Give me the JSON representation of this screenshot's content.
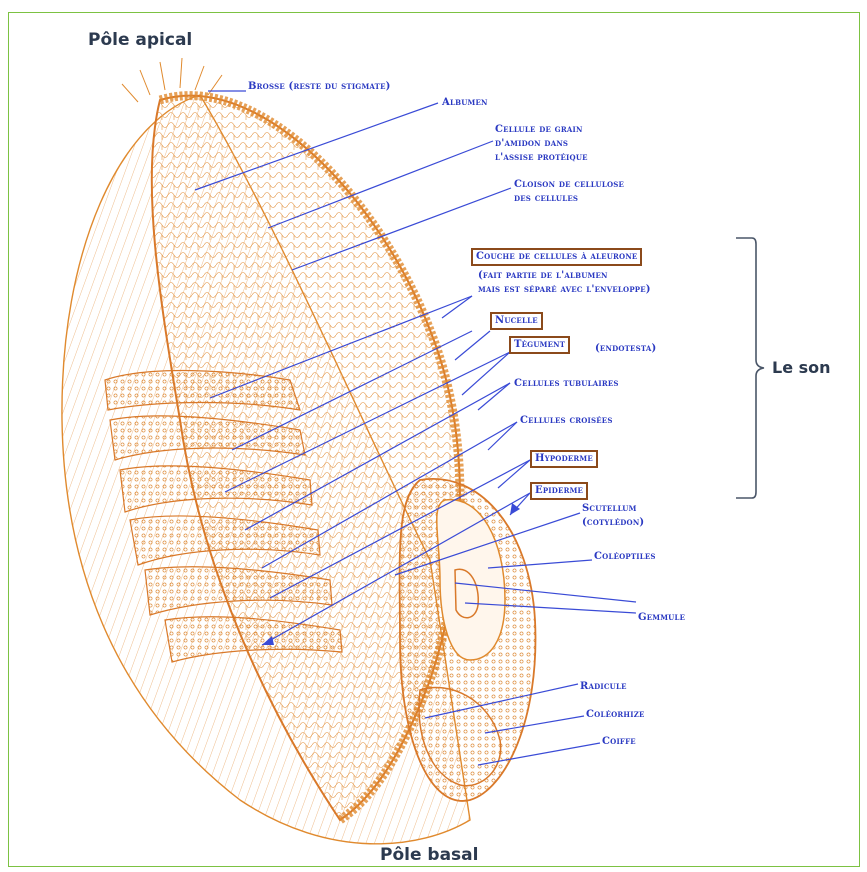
{
  "poles": {
    "apical": "Pôle apical",
    "basal": "Pôle basal"
  },
  "bracket_label": "Le son",
  "labels": {
    "brosse": "Brosse (reste du stigmate)",
    "albumen": "Albumen",
    "cellule_amidon": "Cellule de grain\nd'amidon dans\nl'assise protéique",
    "cloison": "Cloison de cellulose\ndes cellules",
    "aleurone": "Couche de cellules à aleurone",
    "aleurone_note": "(fait partie de l'albumen\nmais est séparé avec l'enveloppe)",
    "nucelle": "Nucelle",
    "tegument": "Tégument",
    "tegument_note": "(endotesta)",
    "tubulaires": "Cellules tubulaires",
    "croisees": "Cellules croisées",
    "hypoderme": "Hypoderme",
    "epiderme": "Epiderme",
    "scutellum": "Scutellum\n(cotylédon)",
    "coleoptiles": "Coléoptiles",
    "gemmule": "Gemmule",
    "radicule": "Radicule",
    "coleorhize": "Coléorhize",
    "coiffe": "Coiffe"
  },
  "colors": {
    "frame": "#7cc242",
    "label_text": "#2a39c2",
    "leader": "#3a4bd6",
    "box_border": "#8b4a1b",
    "grain": "#e08a2e",
    "pole_text": "#2c3a4f"
  }
}
